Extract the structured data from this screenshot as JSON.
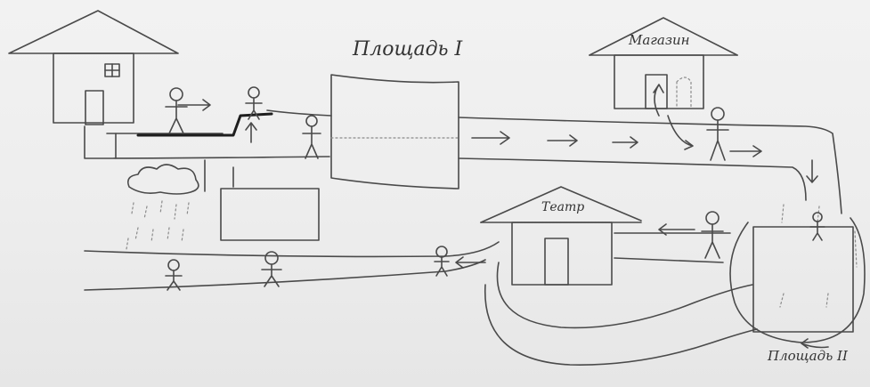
{
  "labels": {
    "square_one": "Площадь I",
    "shop": "Магазин",
    "theatre": "Театр",
    "square_two": "Площадь II"
  },
  "icons": {
    "house": "house-icon",
    "shop": "shop-building-icon",
    "theatre": "theatre-building-icon",
    "rain": "rain-cloud-icon",
    "person": "stick-figure-icon",
    "arrow": "arrow-icon"
  },
  "colors": {
    "paper": "#ededed",
    "pencil": "#4a4a4a"
  }
}
